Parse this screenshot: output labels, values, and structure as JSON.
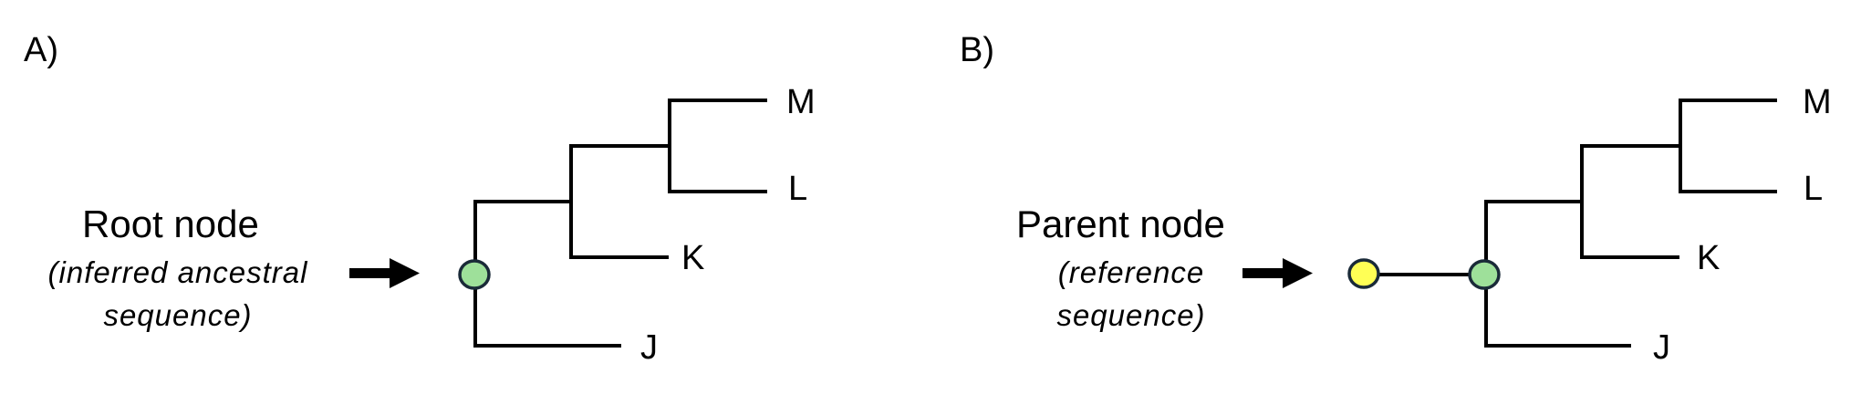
{
  "panels": [
    {
      "label": "A)",
      "title": "Root node",
      "subtitle_line1": "(inferred ancestral",
      "subtitle_line2": "sequence)",
      "leaves": [
        "M",
        "L",
        "K",
        "J"
      ],
      "root_node_color": "#9ee09a"
    },
    {
      "label": "B)",
      "title": "Parent node",
      "subtitle_line1": "(reference",
      "subtitle_line2": "sequence)",
      "leaves": [
        "M",
        "L",
        "K",
        "J"
      ],
      "parent_node_color": "#ffff55",
      "root_node_color": "#9ee09a"
    }
  ],
  "colors": {
    "line": "#000000",
    "node_outline": "#1a2a38"
  }
}
